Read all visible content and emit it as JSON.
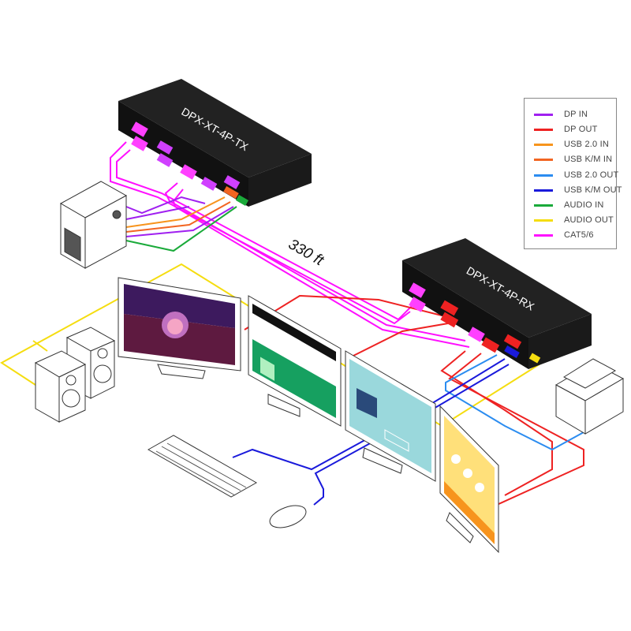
{
  "diagram": {
    "transmitter": {
      "label": "DPX-XT-4P-TX"
    },
    "receiver": {
      "label": "DPX-XT-4P-RX"
    },
    "distance": {
      "label": "330 ft"
    }
  },
  "legend": {
    "items": [
      {
        "label": "DP IN",
        "color": "#a020f0"
      },
      {
        "label": "DP OUT",
        "color": "#ee2222"
      },
      {
        "label": "USB 2.0 IN",
        "color": "#f7941d"
      },
      {
        "label": "USB K/M IN",
        "color": "#f26522"
      },
      {
        "label": "USB 2.0 OUT",
        "color": "#2b8cf0"
      },
      {
        "label": "USB K/M OUT",
        "color": "#1a1adb"
      },
      {
        "label": "AUDIO IN",
        "color": "#1aaa3a"
      },
      {
        "label": "AUDIO OUT",
        "color": "#f5dd10"
      },
      {
        "label": "CAT5/6",
        "color": "#ff10ff"
      }
    ]
  },
  "devices": {
    "computer": "computer-tower",
    "speakers": "speakers",
    "monitors": [
      "monitor-1",
      "monitor-2",
      "monitor-3",
      "monitor-4"
    ],
    "keyboard": "keyboard",
    "mouse": "mouse",
    "printer": "printer"
  }
}
